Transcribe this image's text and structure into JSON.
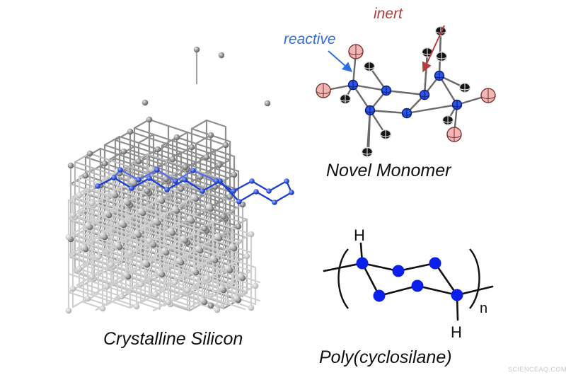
{
  "labels": {
    "crystalline_silicon": "Crystalline Silicon",
    "novel_monomer": "Novel Monomer",
    "polymer": "Poly(cyclosilane)",
    "reactive": "reactive",
    "inert": "inert",
    "hydrogen_top": "H",
    "hydrogen_bottom": "H",
    "repeat_subscript": "n",
    "watermark": "SCIENCEAQ.COM"
  },
  "colors": {
    "reactive": "#2f6ee6",
    "inert": "#b83a3a",
    "silicon_ring": "#1f3fd6",
    "polymer_atom": "#0a1ef0",
    "lattice_bond": "#9a9a9a",
    "lattice_atom": "#7a7a7a",
    "chlorine": "#f2b7b4",
    "methyl": "#141414"
  }
}
